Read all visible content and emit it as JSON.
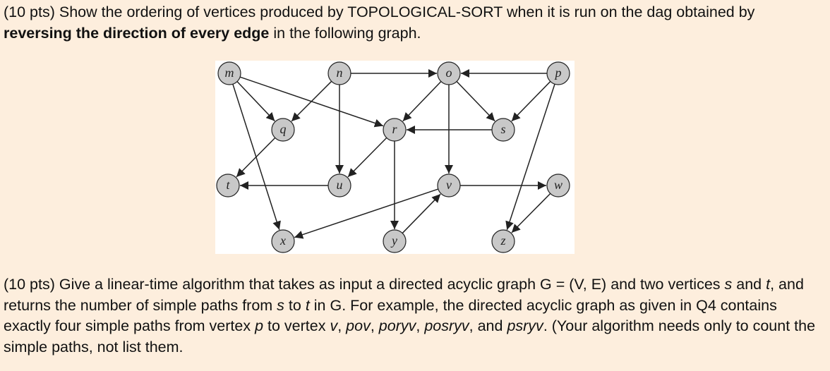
{
  "question1": {
    "prefix": "(10 pts) Show the ordering of vertices produced by TOPOLOGICAL-SORT when it is run on the dag obtained by ",
    "emphasis": "reversing the direction of every edge",
    "suffix": " in the following graph."
  },
  "graph": {
    "nodes": [
      {
        "id": "m",
        "label": "m"
      },
      {
        "id": "n",
        "label": "n"
      },
      {
        "id": "o",
        "label": "o"
      },
      {
        "id": "p",
        "label": "p"
      },
      {
        "id": "q",
        "label": "q"
      },
      {
        "id": "r",
        "label": "r"
      },
      {
        "id": "s",
        "label": "s"
      },
      {
        "id": "t",
        "label": "t"
      },
      {
        "id": "u",
        "label": "u"
      },
      {
        "id": "v",
        "label": "v"
      },
      {
        "id": "w",
        "label": "w"
      },
      {
        "id": "x",
        "label": "x"
      },
      {
        "id": "y",
        "label": "y"
      },
      {
        "id": "z",
        "label": "z"
      }
    ],
    "edges": [
      [
        "m",
        "q"
      ],
      [
        "m",
        "r"
      ],
      [
        "m",
        "x"
      ],
      [
        "n",
        "q"
      ],
      [
        "n",
        "u"
      ],
      [
        "n",
        "o"
      ],
      [
        "o",
        "r"
      ],
      [
        "o",
        "v"
      ],
      [
        "o",
        "s"
      ],
      [
        "p",
        "o"
      ],
      [
        "p",
        "s"
      ],
      [
        "p",
        "z"
      ],
      [
        "q",
        "t"
      ],
      [
        "r",
        "u"
      ],
      [
        "r",
        "y"
      ],
      [
        "s",
        "r"
      ],
      [
        "u",
        "t"
      ],
      [
        "v",
        "w"
      ],
      [
        "v",
        "x"
      ],
      [
        "w",
        "z"
      ],
      [
        "y",
        "v"
      ]
    ]
  },
  "question2": {
    "t1": "(10 pts) Give a linear-time algorithm that takes as input a directed acyclic graph G = (V, E) and two vertices ",
    "s": "s",
    "t2": " and ",
    "t": "t",
    "t3": ", and returns the number of simple paths from ",
    "s2": "s",
    "t4": " to ",
    "t_2": "t",
    "t5": " in G. For example, the directed acyclic graph as given in Q4 contains exactly four simple paths from vertex ",
    "p": "p",
    "t6": " to vertex ",
    "v": "v",
    "t7": ", ",
    "path1": "pov",
    "t8": ", ",
    "path2": "poryv",
    "t9": ", ",
    "path3": "posryv",
    "t10": ", and ",
    "path4": "psryv",
    "t11": ". (Your algorithm needs only to count the simple paths, not list them."
  }
}
